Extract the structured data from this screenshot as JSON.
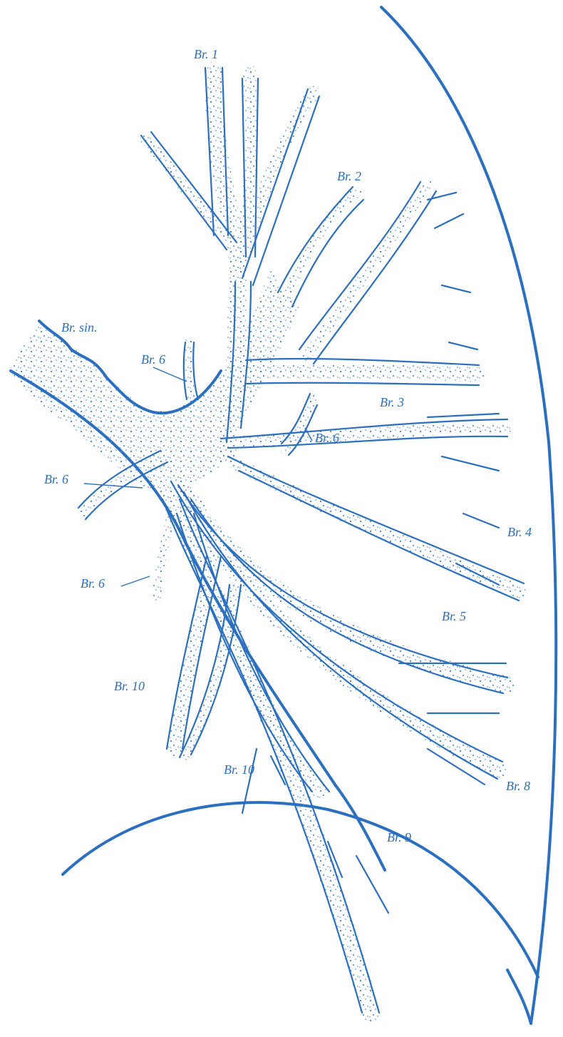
{
  "colors": {
    "ink": "#2a6fc0",
    "paper": "#ffffff",
    "dots": "#3b7fcf"
  },
  "labels": {
    "br1": "Br. 1",
    "br2": "Br. 2",
    "br3": "Br. 3",
    "br4": "Br. 4",
    "br5": "Br. 5",
    "br6_top": "Br. 6",
    "br6_mid": "Br. 6",
    "br6_left": "Br. 6",
    "br6_lower": "Br. 6",
    "br8": "Br. 8",
    "br9": "Br. 9",
    "br10_upper": "Br. 10",
    "br10_lower": "Br. 10",
    "brsin": "Br. sin."
  }
}
